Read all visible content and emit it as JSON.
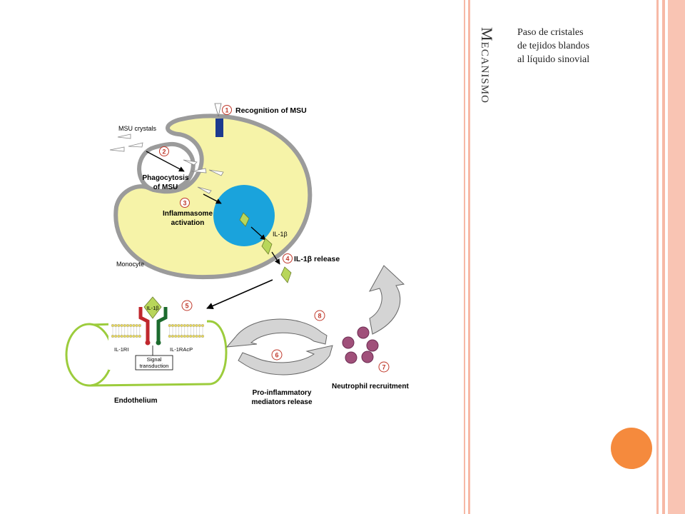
{
  "slide": {
    "title": "Mecanismo",
    "side_note_lines": [
      "Paso de cristales",
      "de tejidos blandos",
      "al líquido sinovial"
    ]
  },
  "diagram": {
    "steps": {
      "s1": {
        "number": "1",
        "label": "Recognition of MSU"
      },
      "s2": {
        "number": "2",
        "label_line1": "Phagocytosis",
        "label_line2": "of MSU"
      },
      "s3": {
        "number": "3",
        "label_line1": "Inflammasome",
        "label_line2": "activation"
      },
      "s4": {
        "number": "4",
        "label": "IL-1β release"
      },
      "s5": {
        "number": "5"
      },
      "s6": {
        "number": "6",
        "label_line1": "Pro-inflammatory",
        "label_line2": "mediators release"
      },
      "s7": {
        "number": "7",
        "label": "Neutrophil recruitment"
      },
      "s8": {
        "number": "8"
      }
    },
    "labels": {
      "msu_crystals": "MSU crystals",
      "monocyte": "Monocyte",
      "il1b": "IL-1β",
      "il1b_receptor_bound": "IL-1β",
      "il1ri": "IL-1RI",
      "il1racp": "IL-1RAcP",
      "signal_line1": "Signal",
      "signal_line2": "transduction",
      "endothelium": "Endothelium"
    }
  },
  "colors": {
    "accent_orange": "#f58a3d",
    "stripe_salmon": "#f7b9a6",
    "cell_fill": "#f6f3a8",
    "nucleus": "#1aa3dc",
    "il1b_green": "#b8d65a",
    "endothelium_green": "#9ccc3c",
    "neutrophil": "#a0507a"
  }
}
